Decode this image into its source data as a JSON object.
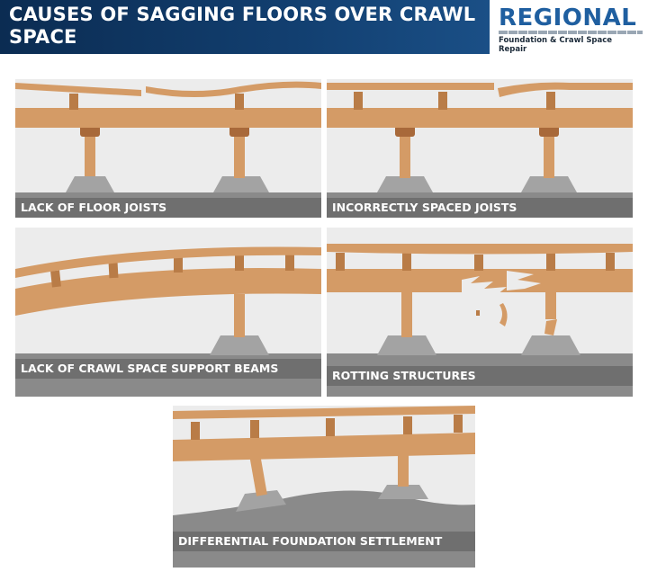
{
  "header": {
    "title": "CAUSES OF SAGGING FLOORS OVER CRAWL SPACE"
  },
  "logo": {
    "wordmark": "REGIONAL",
    "tagline": "Foundation & Crawl Space Repair"
  },
  "panels": [
    {
      "caption": "LACK OF FLOOR JOISTS"
    },
    {
      "caption": "INCORRECTLY SPACED JOISTS"
    },
    {
      "caption": "LACK OF CRAWL SPACE SUPPORT BEAMS"
    },
    {
      "caption": "ROTTING STRUCTURES"
    },
    {
      "caption": "DIFFERENTIAL FOUNDATION SETTLEMENT"
    }
  ],
  "colors": {
    "header_bg": "#123f70",
    "wood": "#d49b66",
    "wood_dark": "#a8693a",
    "concrete": "#9b9b9b",
    "ground": "#7d7d7d",
    "caption_bg": "#6f6f6f",
    "logo_blue": "#1f5fa0"
  }
}
